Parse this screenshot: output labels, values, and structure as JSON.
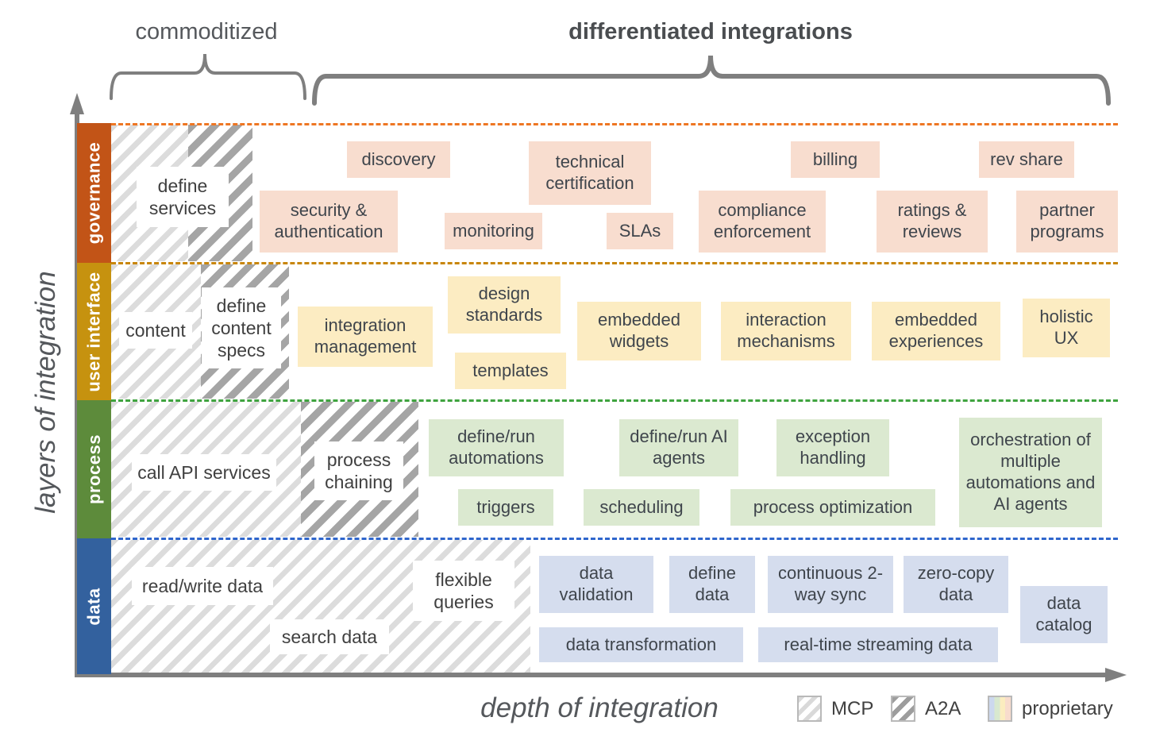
{
  "header": {
    "commoditized": "commoditized",
    "differentiated": "differentiated integrations"
  },
  "axes": {
    "y_label": "layers of integration",
    "x_label": "depth of integration"
  },
  "rows": {
    "governance": {
      "label": "governance",
      "hatch_labels": [
        "define services"
      ],
      "boxes": [
        "discovery",
        "technical certification",
        "billing",
        "rev share",
        "security & authentication",
        "monitoring",
        "SLAs",
        "compliance enforcement",
        "ratings & reviews",
        "partner programs"
      ]
    },
    "ui": {
      "label": "user interface",
      "hatch_labels": [
        "content",
        "define content specs"
      ],
      "boxes": [
        "integration management",
        "design standards",
        "templates",
        "embedded widgets",
        "interaction mechanisms",
        "embedded experiences",
        "holistic UX"
      ]
    },
    "process": {
      "label": "process",
      "hatch_labels": [
        "call API services",
        "process chaining"
      ],
      "boxes": [
        "define/run automations",
        "triggers",
        "define/run AI agents",
        "scheduling",
        "exception handling",
        "process optimization",
        "orchestration of multiple automations and AI agents"
      ]
    },
    "data": {
      "label": "data",
      "hatch_labels": [
        "read/write data",
        "search data",
        "flexible queries"
      ],
      "boxes": [
        "data validation",
        "define data",
        "continuous 2-way sync",
        "zero-copy data",
        "data catalog",
        "data transformation",
        "real-time streaming data"
      ]
    }
  },
  "legend": {
    "items": [
      {
        "label": "MCP"
      },
      {
        "label": "A2A"
      },
      {
        "label": "proprietary"
      }
    ]
  },
  "colors": {
    "governance_bar": "#c25417",
    "ui_bar": "#c6920f",
    "process_bar": "#5d8b3b",
    "data_bar": "#33619e",
    "governance_box": "#f8ddcf",
    "ui_box": "#fcecc2",
    "process_box": "#dbe9d0",
    "data_box": "#d5ddee",
    "governance_line": "#ee7623",
    "ui_line": "#c8860b",
    "process_line": "#3fa33f",
    "data_line": "#2f66cc",
    "axis_gray": "#7f7f7f"
  }
}
